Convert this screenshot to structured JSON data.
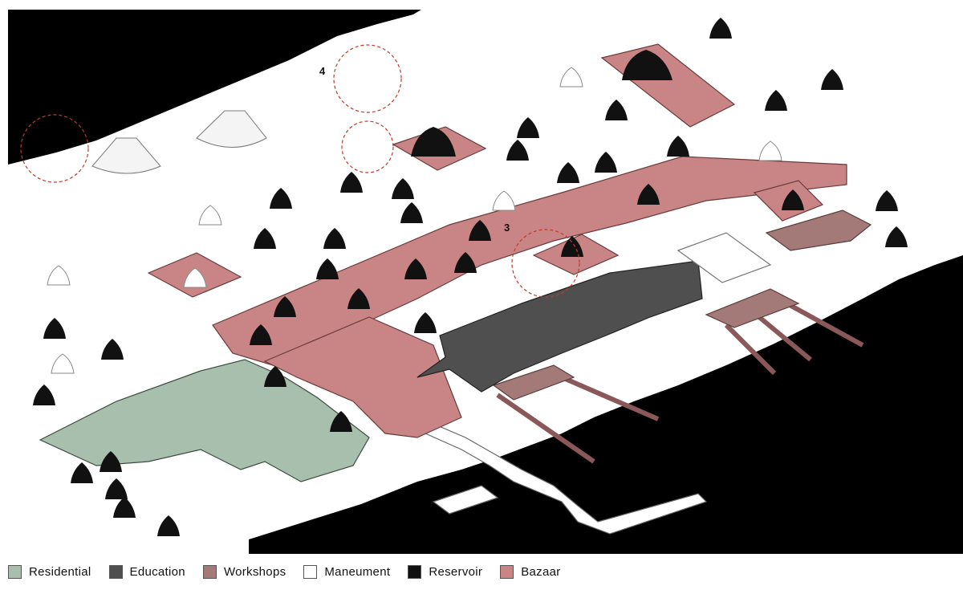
{
  "colors": {
    "residential": "#a9bfae",
    "education": "#4f4f4f",
    "workshops": "#a37a78",
    "maneument": "#ffffff",
    "reservoir": "#111111",
    "bazaar": "#c98585",
    "water": "#000000"
  },
  "markers": [
    {
      "label": "4"
    },
    {
      "label": "3"
    }
  ],
  "legend": [
    {
      "label": "Residential",
      "color_key": "residential"
    },
    {
      "label": "Education",
      "color_key": "education"
    },
    {
      "label": "Workshops",
      "color_key": "workshops"
    },
    {
      "label": "Maneument",
      "color_key": "maneument"
    },
    {
      "label": "Reservoir",
      "color_key": "reservoir"
    },
    {
      "label": "Bazaar",
      "color_key": "bazaar"
    }
  ]
}
